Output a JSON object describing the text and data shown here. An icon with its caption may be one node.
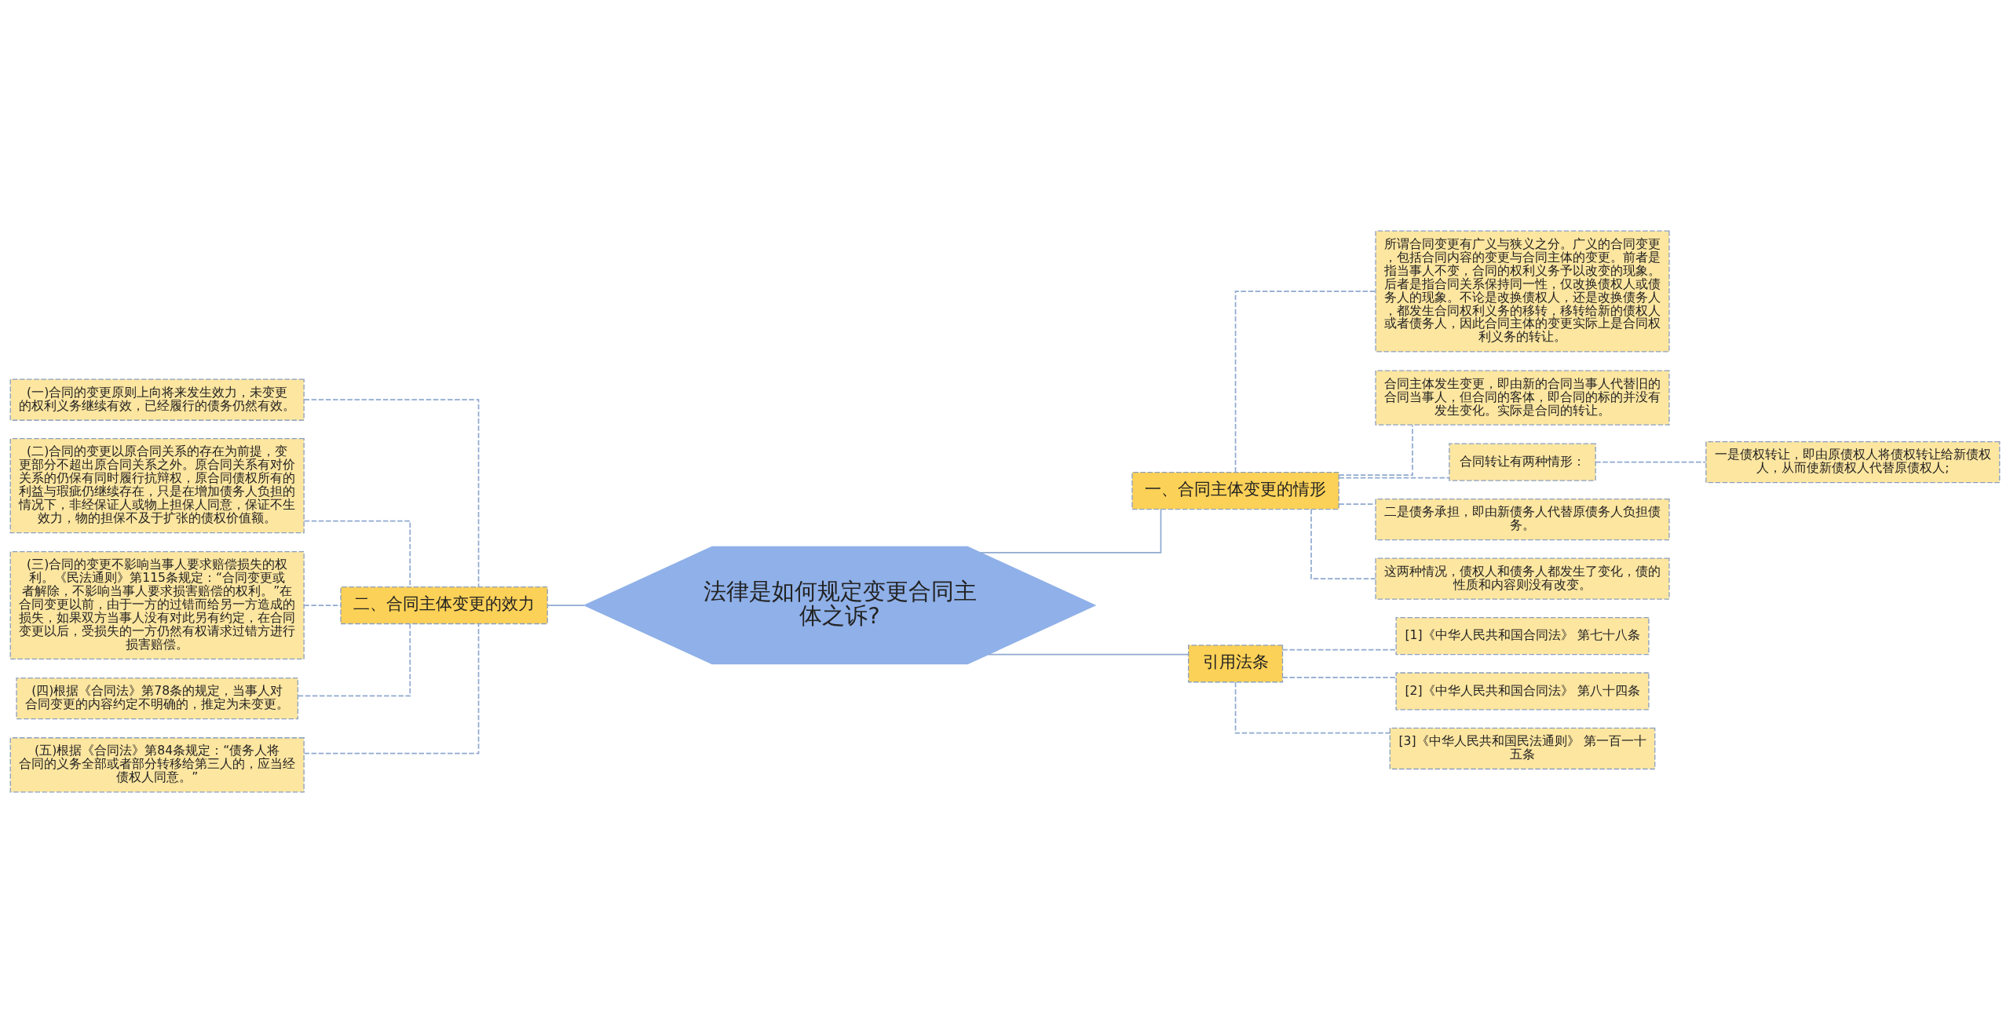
{
  "diagram": {
    "nodes": [
      {
        "text": [
          "法律是如何规定变更合同主体之诉?"
        ]
      },
      {
        "text": [
          "一、合同主体变更的情形"
        ]
      },
      {
        "text": [
          "所谓合同变更有广义与狭义之分。广义的合同变更，包括合同内容的变更与合同主体的变更。前者是指当事人不变，合同的权利义务予以改变的现象。后者是指合同关系保持同一性，仅改换债权人或债务人的现象。不论是改换债权人，还是改换债务人，都发生合同权利义务的移转，移转给新的债权人或者债务人，因此合同主体的变更实际上是合同权利义务的转让。"
        ]
      },
      {
        "text": [
          "合同主体发生变更，即由新的合同当事人代替旧的合同当事人，但合同的客体，即合同的标的并没有发生变化。实际是合同的转让。"
        ]
      },
      {
        "text": [
          "合同转让有两种情形："
        ]
      },
      {
        "text": [
          "一是债权转让，即由原债权人将债权转让给新债权人，从而使新债权人代替原债权人;"
        ]
      },
      {
        "text": [
          "二是债务承担，即由新债务人代替原债务人负担债务。"
        ]
      },
      {
        "text": [
          "这两种情况，债权人和债务人都发生了变化，债的性质和内容则没有改变。"
        ]
      },
      {
        "text": [
          "引用法条"
        ]
      },
      {
        "text": [
          "[1]《中华人民共和国合同法》 第七十八条"
        ]
      },
      {
        "text": [
          "[2]《中华人民共和国合同法》 第八十四条"
        ]
      },
      {
        "text": [
          "[3]《中华人民共和国民法通则》 第一百一十五条"
        ]
      },
      {
        "text": [
          "二、合同主体变更的效力"
        ]
      },
      {
        "text": [
          "(一)合同的变更原则上向将来发生效力，未变更的权利义务继续有效，已经履行的债务仍然有效。"
        ]
      },
      {
        "text": [
          "(二)合同的变更以原合同关系的存在为前提，变更部分不超出原合同关系之外。原合同关系有对价关系的仍保有同时履行抗辩权，原合同债权所有的利益与瑕疵仍继续存在，只是在增加债务人负担的情况下，非经保证人或物上担保人同意，保证不生效力，物的担保不及于扩张的债权价值额。"
        ]
      },
      {
        "text": [
          "(三)合同的变更不影响当事人要求赔偿损失的权利。《民法通则》第115条规定：“合同变更或者解除，不影响当事人要求损害赔偿的权利。”在合同变更以前，由于一方的过错而给另一方造成的损失，如果双方当事人没有对此另有约定，在合同变更以后，受损失的一方仍然有权请求过错方进行损害赔偿。"
        ]
      },
      {
        "text": [
          "(四)根据《合同法》第78条的规定，当事人对合同变更的内容约定不明确的，推定为未变更。"
        ]
      },
      {
        "text": [
          "(五)根据《合同法》第84条规定：“债务人将合同的义务全部或者部分转移给第三人的，应当经债权人同意。”"
        ]
      }
    ],
    "edges": [
      {
        "from": 0,
        "to": 1,
        "arrow": "none"
      },
      {
        "from": 1,
        "to": 2,
        "arrow": "none",
        "style": "dashed"
      },
      {
        "from": 1,
        "to": 3,
        "arrow": "none",
        "style": "dashed"
      },
      {
        "from": 1,
        "to": 4,
        "arrow": "none",
        "style": "dashed"
      },
      {
        "from": 4,
        "to": 5,
        "arrow": "none",
        "style": "dashed"
      },
      {
        "from": 1,
        "to": 6,
        "arrow": "none",
        "style": "dashed"
      },
      {
        "from": 1,
        "to": 7,
        "arrow": "none",
        "style": "dashed"
      },
      {
        "from": 0,
        "to": 8,
        "arrow": "none"
      },
      {
        "from": 8,
        "to": 9,
        "arrow": "none",
        "style": "dashed"
      },
      {
        "from": 8,
        "to": 10,
        "arrow": "none",
        "style": "dashed"
      },
      {
        "from": 8,
        "to": 11,
        "arrow": "none",
        "style": "dashed"
      },
      {
        "from": 0,
        "to": 12,
        "arrow": "none"
      },
      {
        "from": 12,
        "to": 13,
        "arrow": "none",
        "style": "dashed"
      },
      {
        "from": 12,
        "to": 14,
        "arrow": "none",
        "style": "dashed"
      },
      {
        "from": 12,
        "to": 15,
        "arrow": "none",
        "style": "dashed"
      },
      {
        "from": 12,
        "to": 16,
        "arrow": "none",
        "style": "dashed"
      },
      {
        "from": 12,
        "to": 17,
        "arrow": "none",
        "style": "dashed"
      }
    ]
  }
}
